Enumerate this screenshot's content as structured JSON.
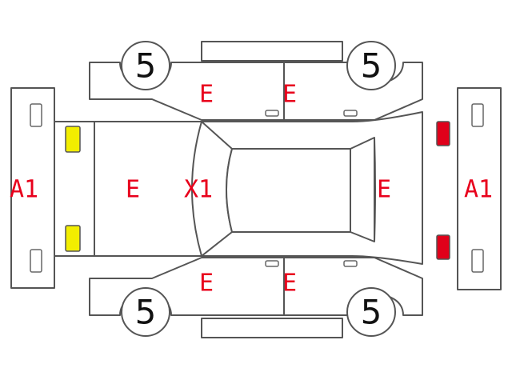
{
  "labels": {
    "front_bumper": "A1",
    "rear_bumper": "A1",
    "hood": "E",
    "windshield": "X1",
    "trunk": "E",
    "left_front_door": "E",
    "left_rear_door": "E",
    "right_front_door": "E",
    "right_rear_door": "E",
    "wheel_front_left": "5",
    "wheel_rear_left": "5",
    "wheel_front_right": "5",
    "wheel_rear_right": "5"
  },
  "colors": {
    "code_text": "#e8001c",
    "headlight": "#f2ee00",
    "taillight": "#e0001a",
    "outline": "#555555"
  },
  "icons": {
    "headlight": "headlight-icon",
    "taillight": "taillight-icon"
  }
}
